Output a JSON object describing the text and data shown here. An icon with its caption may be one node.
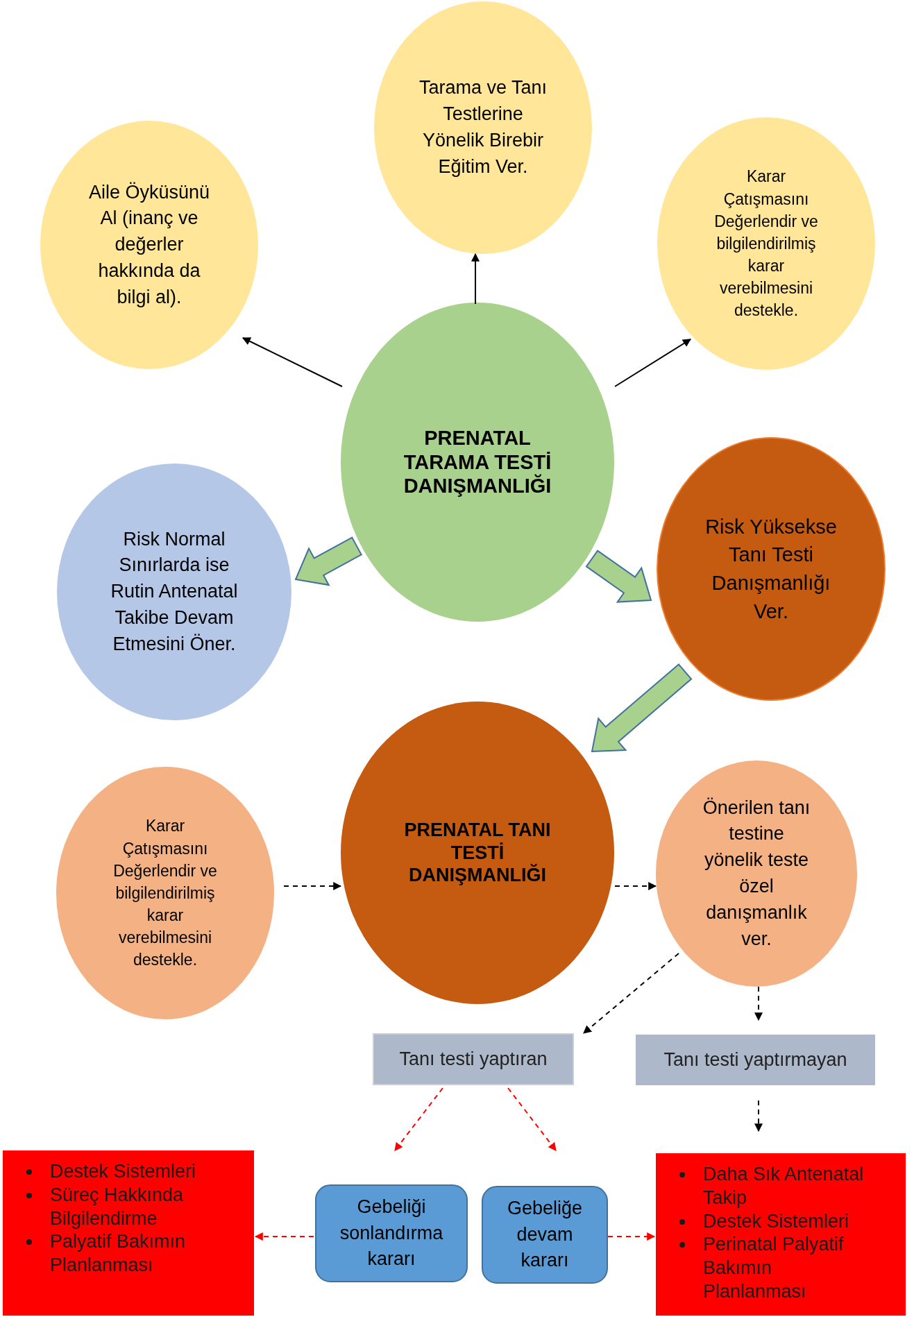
{
  "diagram": {
    "nodes": [
      {
        "text": [
          "Tarama ve Tanı Testlerine Yönelik Birebir Eğitim Ver."
        ]
      },
      {
        "text": [
          "Aile Öyküsünü Al (inanç ve değerler hakkında da bilgi al)."
        ]
      },
      {
        "text": [
          "Karar Çatışmasını Değerlendir ve bilgilendirilmiş karar verebilmesini destekle."
        ]
      },
      {
        "text": [
          "PRENATAL TARAMA TESTİ DANIŞMANLIĞI"
        ]
      },
      {
        "text": [
          "Risk Normal Sınırlarda ise Rutin Antenatal Takibe Devam Etmesini Öner."
        ]
      },
      {
        "text": [
          "Risk Yüksekse Tanı Testi Danışmanlığı Ver."
        ]
      },
      {
        "text": [
          "Karar Çatışmasını Değerlendir ve bilgilendirilmiş karar verebilmesini destekle."
        ]
      },
      {
        "text": [
          "PRENATAL TANI TESTİ DANIŞMANLIĞI"
        ]
      },
      {
        "text": [
          "Önerilen tanı testine yönelik teste özel danışmanlık ver."
        ]
      },
      {
        "text": [
          "Tanı testi yaptıran"
        ]
      },
      {
        "text": [
          "Tanı testi yaptırmayan"
        ]
      },
      {
        "text": [
          "Destek Sistemleri",
          "Süreç Hakkında Bilgilendirme",
          "Palyatif Bakımın Planlanması"
        ]
      },
      {
        "text": [
          "Gebeliği sonlandırma kararı"
        ]
      },
      {
        "text": [
          "Gebeliğe devam kararı"
        ]
      },
      {
        "text": [
          "Daha Sık Antenatal Takip",
          "Destek Sistemleri",
          "Perinatal Palyatif Bakımın Planlanması"
        ]
      }
    ],
    "edges": [
      {
        "from": 3,
        "to": 1,
        "arrow": "to"
      },
      {
        "from": 3,
        "to": 0,
        "arrow": "to"
      },
      {
        "from": 3,
        "to": 2,
        "arrow": "to"
      },
      {
        "from": 3,
        "to": 4,
        "arrow": "to",
        "style": "thick",
        "color": "#a9d18e"
      },
      {
        "from": 3,
        "to": 5,
        "arrow": "to",
        "style": "thick",
        "color": "#a9d18e"
      },
      {
        "from": 5,
        "to": 7,
        "arrow": "to",
        "style": "thick",
        "color": "#a9d18e"
      },
      {
        "from": 6,
        "to": 7,
        "arrow": "to",
        "style": "dashed"
      },
      {
        "from": 7,
        "to": 8,
        "arrow": "to",
        "style": "dashed"
      },
      {
        "from": 8,
        "to": 9,
        "arrow": "to",
        "style": "dashed"
      },
      {
        "from": 8,
        "to": 10,
        "arrow": "to",
        "style": "dashed"
      },
      {
        "from": 9,
        "to": 12,
        "arrow": "to",
        "style": "dashed",
        "color": "#ff0000"
      },
      {
        "from": 9,
        "to": 13,
        "arrow": "to",
        "style": "dashed",
        "color": "#ff0000"
      },
      {
        "from": 10,
        "to": 14,
        "arrow": "to",
        "style": "dashed"
      },
      {
        "from": 12,
        "to": 11,
        "arrow": "to",
        "style": "dashed",
        "color": "#ff0000"
      },
      {
        "from": 13,
        "to": 14,
        "arrow": "to",
        "style": "dashed",
        "color": "#ff0000"
      }
    ]
  }
}
